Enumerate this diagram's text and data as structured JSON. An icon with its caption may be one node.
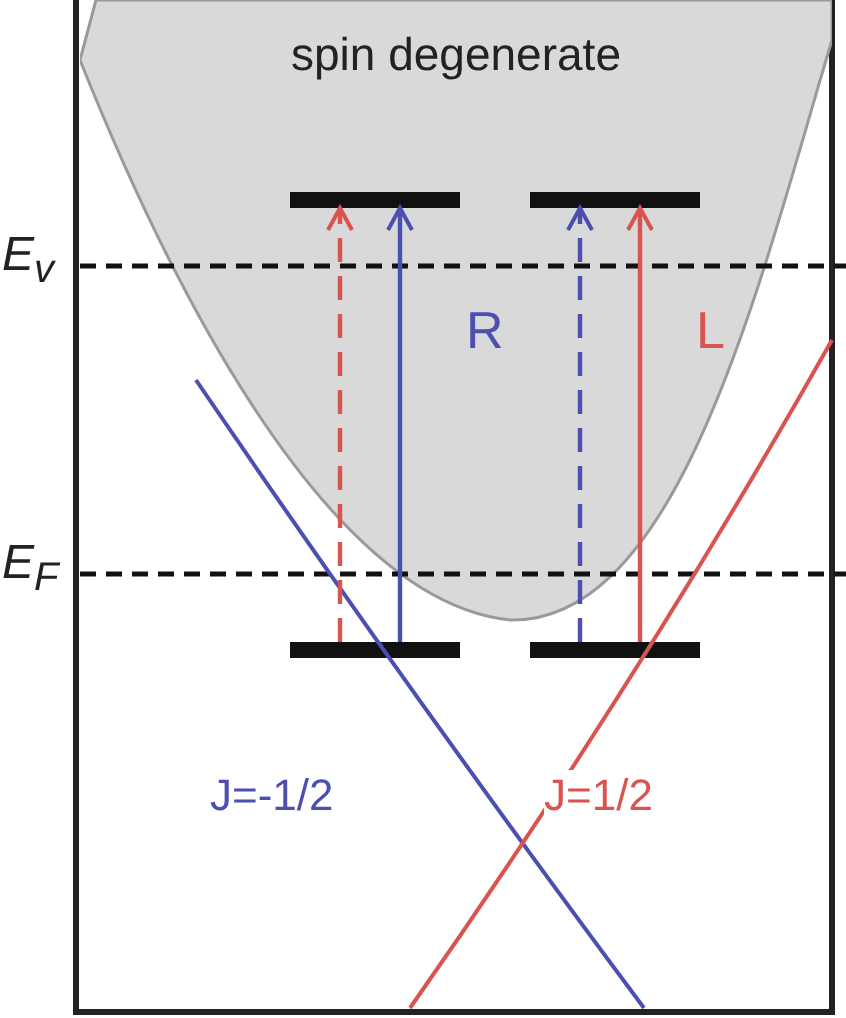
{
  "diagram": {
    "nodes": [
      {
        "text": [
          "spin degenerate"
        ]
      },
      {
        "text": [],
        "shape": "bar",
        "in": 0
      },
      {
        "text": [],
        "shape": "bar",
        "in": 0
      },
      {
        "text": [],
        "shape": "bar"
      },
      {
        "text": [],
        "shape": "bar"
      }
    ],
    "edges": [
      {
        "from": 3,
        "to": 1,
        "arrow": "to",
        "style": "dashed",
        "color": "#d9534f"
      },
      {
        "from": 3,
        "to": 1,
        "arrow": "to",
        "color": "#4a4fb0"
      },
      {
        "from": 4,
        "to": 2,
        "arrow": "to",
        "style": "dashed",
        "color": "#4a4fb0"
      },
      {
        "from": 4,
        "to": 2,
        "arrow": "to",
        "color": "#d9534f"
      }
    ],
    "labels": [
      "E$_{v}$",
      "R",
      "L",
      "E$_{F}$",
      "J=-1/2",
      "J=1/2"
    ]
  }
}
